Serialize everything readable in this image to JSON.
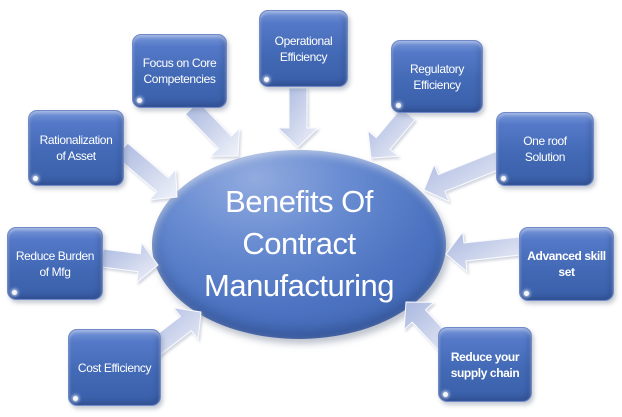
{
  "diagram": {
    "center": {
      "label": "Benefits Of\nContract\nManufacturing"
    },
    "nodes": [
      {
        "id": "focus-core",
        "label": "Focus on Core\nCompetencies",
        "bold": false
      },
      {
        "id": "operational",
        "label": "Operational\nEfficiency",
        "bold": false
      },
      {
        "id": "regulatory",
        "label": "Regulatory\nEfficiency",
        "bold": false
      },
      {
        "id": "rationalization",
        "label": "Rationalization\nof Asset",
        "bold": false
      },
      {
        "id": "one-roof",
        "label": "One roof\nSolution",
        "bold": false
      },
      {
        "id": "reduce-burden",
        "label": "Reduce Burden\nof Mfg",
        "bold": false
      },
      {
        "id": "advanced-skill",
        "label": "Advanced skill\nset",
        "bold": true
      },
      {
        "id": "cost-efficiency",
        "label": "Cost Efficiency",
        "bold": false
      },
      {
        "id": "reduce-supply",
        "label": "Reduce your\nsupply chain",
        "bold": true
      }
    ],
    "colors": {
      "node_fill_top": "#7897d9",
      "node_fill_bottom": "#3a5fa9",
      "ellipse_fill": "#4c73c1",
      "arrow_fill_dark": "#aebce2",
      "arrow_fill_light": "#f0f3fa",
      "text": "#ffffff",
      "background": "#ffffff"
    }
  }
}
